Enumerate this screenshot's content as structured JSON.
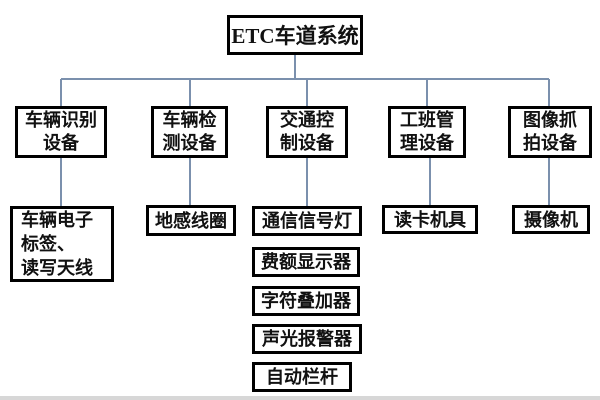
{
  "colors": {
    "line": "#7b90ad",
    "box_border": "#000000",
    "text": "#111111",
    "background": "#ffffff",
    "bottom_edge": "#c9c9c9"
  },
  "chart_data": {
    "type": "table",
    "title": "ETC车道系统 组成结构图"
  },
  "tree": {
    "root": "ETC车道系统",
    "branches": [
      {
        "label": "车辆识别\n设备",
        "children": [
          "车辆电子\n标签、\n读写天线"
        ]
      },
      {
        "label": "车辆检\n测设备",
        "children": [
          "地感线圈"
        ]
      },
      {
        "label": "交通控\n制设备",
        "children": [
          "通信信号灯",
          "费额显示器",
          "字符叠加器",
          "声光报警器",
          "自动栏杆"
        ]
      },
      {
        "label": "工班管\n理设备",
        "children": [
          "读卡机具"
        ]
      },
      {
        "label": "图像抓\n拍设备",
        "children": [
          "摄像机"
        ]
      }
    ]
  }
}
